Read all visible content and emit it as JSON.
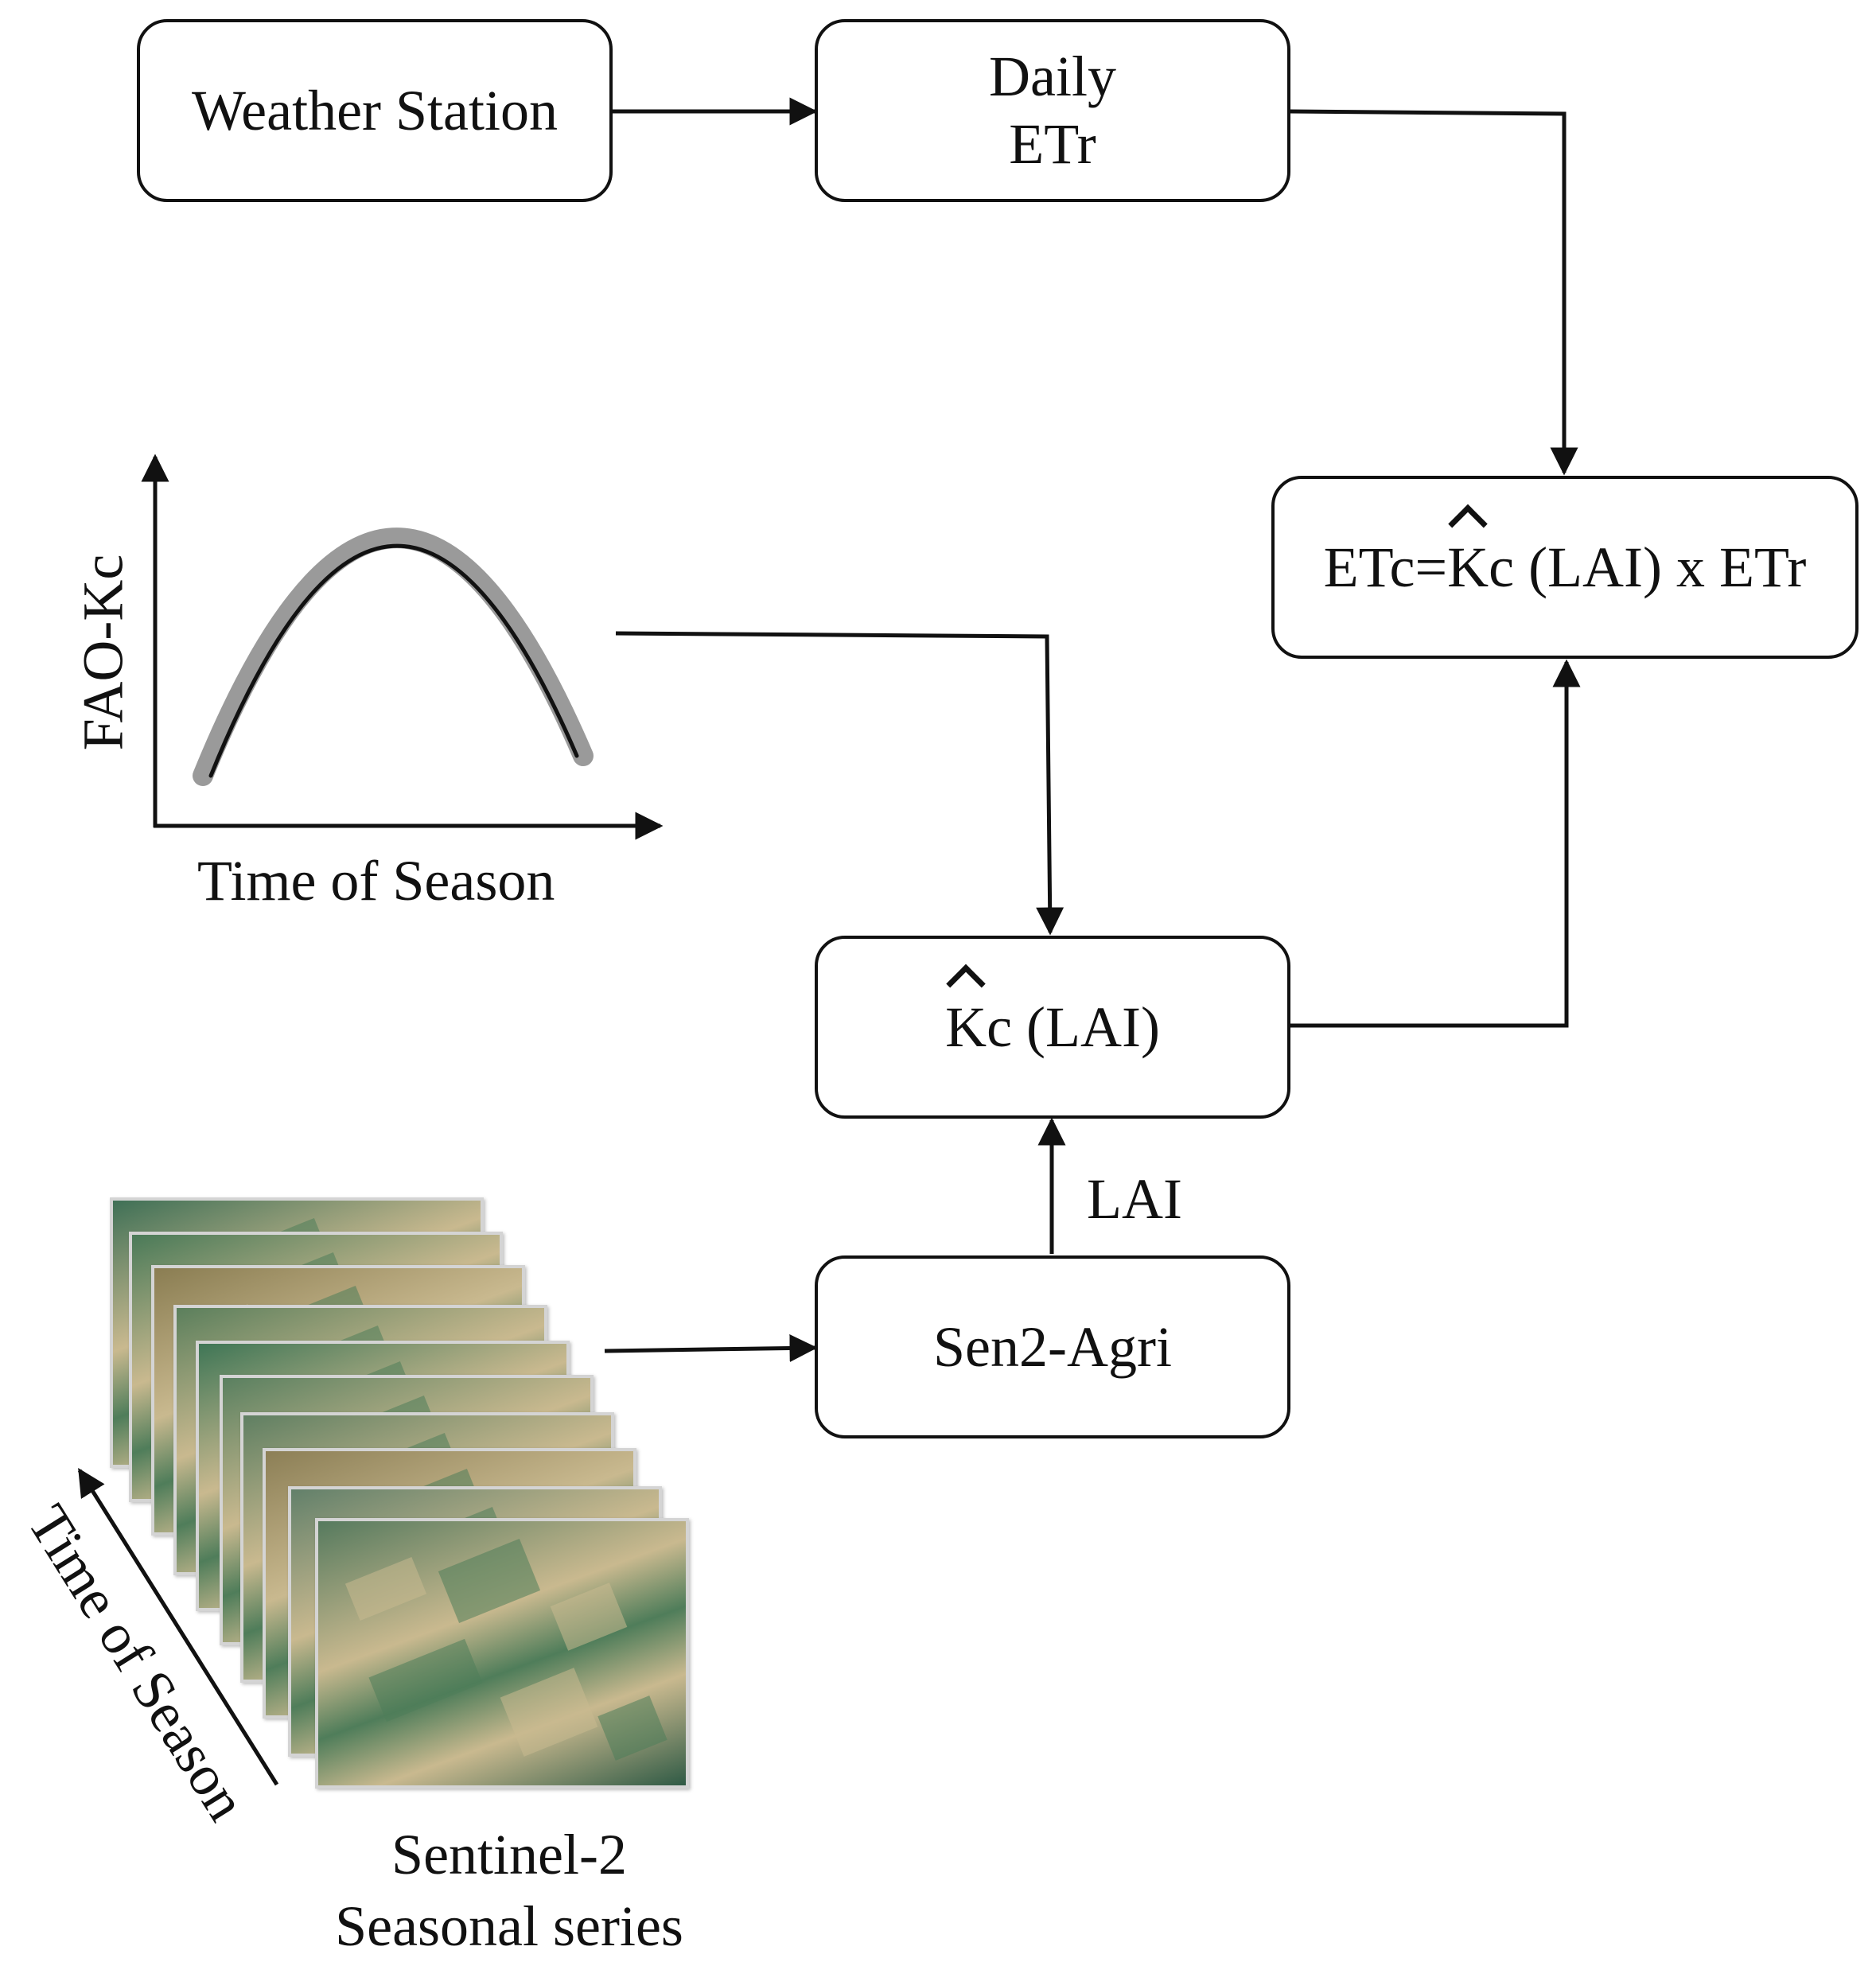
{
  "boxes": {
    "weather_station": "Weather Station",
    "daily_etr_line1": "Daily",
    "daily_etr_line2": "ETr",
    "etc_prefix": "ETc=",
    "etc_hat_symbol": "K",
    "etc_suffix": "c (LAI) x ETr",
    "kc_hat_symbol": "K",
    "kc_suffix": "c (LAI)",
    "sen2agri": "Sen2-Agri"
  },
  "edge_labels": {
    "lai": "LAI"
  },
  "curve_plot": {
    "y_axis_label": "FAO-Kc",
    "x_axis_label": "Time of Season"
  },
  "image_stack": {
    "time_arrow_label": "Time of Season",
    "caption_line1": "Sentinel-2",
    "caption_line2": "Seasonal series",
    "frame_count": 10
  },
  "colors": {
    "ink": "#111111",
    "curve_halo": "#9a9a9a",
    "field_green": "#4f7d5a",
    "field_beige": "#c9b98f",
    "field_dark": "#2f5a45",
    "frame_border": "#d4d4d4"
  }
}
